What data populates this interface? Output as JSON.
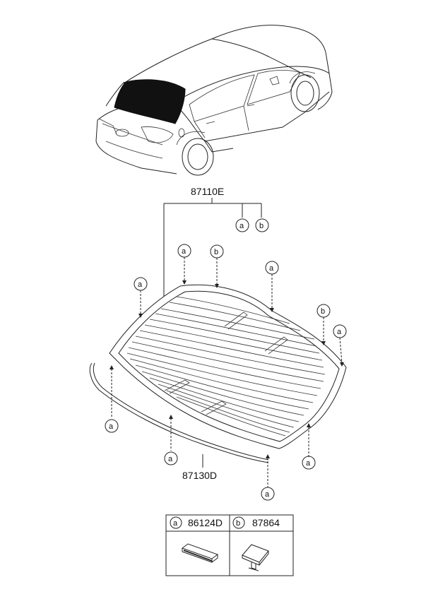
{
  "part_numbers": {
    "glass_assembly": "87110E",
    "molding": "87130D"
  },
  "callout_letters": {
    "a": "a",
    "b": "b"
  },
  "legend": {
    "a_code": "86124D",
    "b_code": "87864"
  }
}
